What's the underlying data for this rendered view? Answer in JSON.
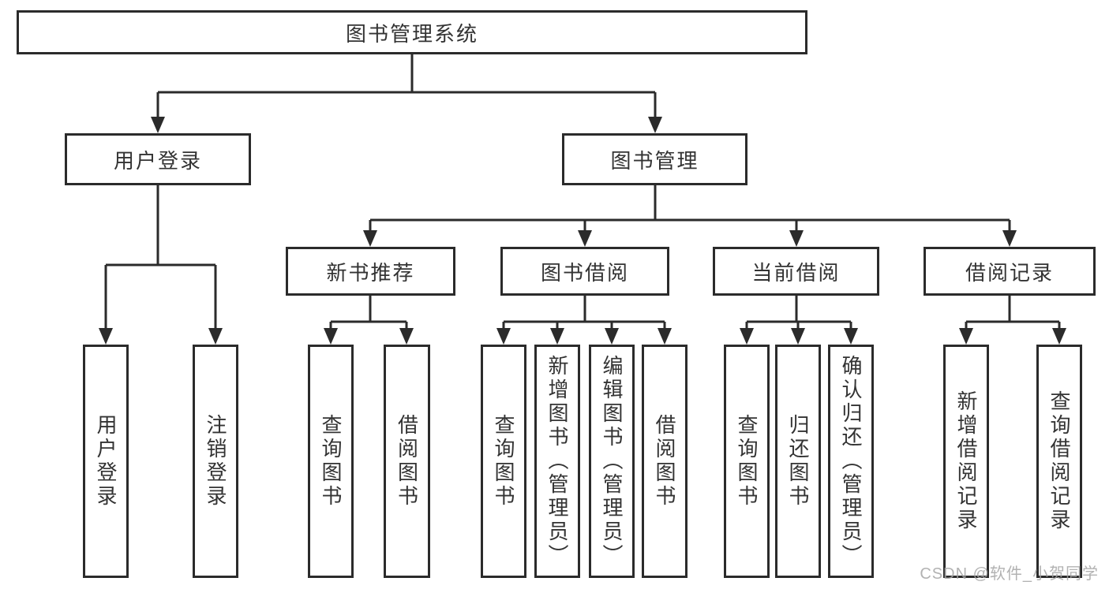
{
  "diagram": {
    "root": {
      "label": "图书管理系统"
    },
    "level2": [
      {
        "id": "user-login",
        "label": "用户登录",
        "children": [
          {
            "label": "用户登录"
          },
          {
            "label": "注销登录"
          }
        ]
      },
      {
        "id": "book-management",
        "label": "图书管理",
        "children": [
          {
            "label": "新书推荐",
            "children": [
              {
                "label": "查询图书"
              },
              {
                "label": "借阅图书"
              }
            ]
          },
          {
            "label": "图书借阅",
            "children": [
              {
                "label": "查询图书"
              },
              {
                "label": "新增图书（管理员）"
              },
              {
                "label": "编辑图书（管理员）"
              },
              {
                "label": "借阅图书"
              }
            ]
          },
          {
            "label": "当前借阅",
            "children": [
              {
                "label": "查询图书"
              },
              {
                "label": "归还图书"
              },
              {
                "label": "确认归还（管理员）"
              }
            ]
          },
          {
            "label": "借阅记录",
            "children": [
              {
                "label": "新增借阅记录"
              },
              {
                "label": "查询借阅记录"
              }
            ]
          }
        ]
      }
    ],
    "line_color": "#2b2b2b"
  },
  "watermark": {
    "text": "CSDN @软件_小贺同学"
  }
}
